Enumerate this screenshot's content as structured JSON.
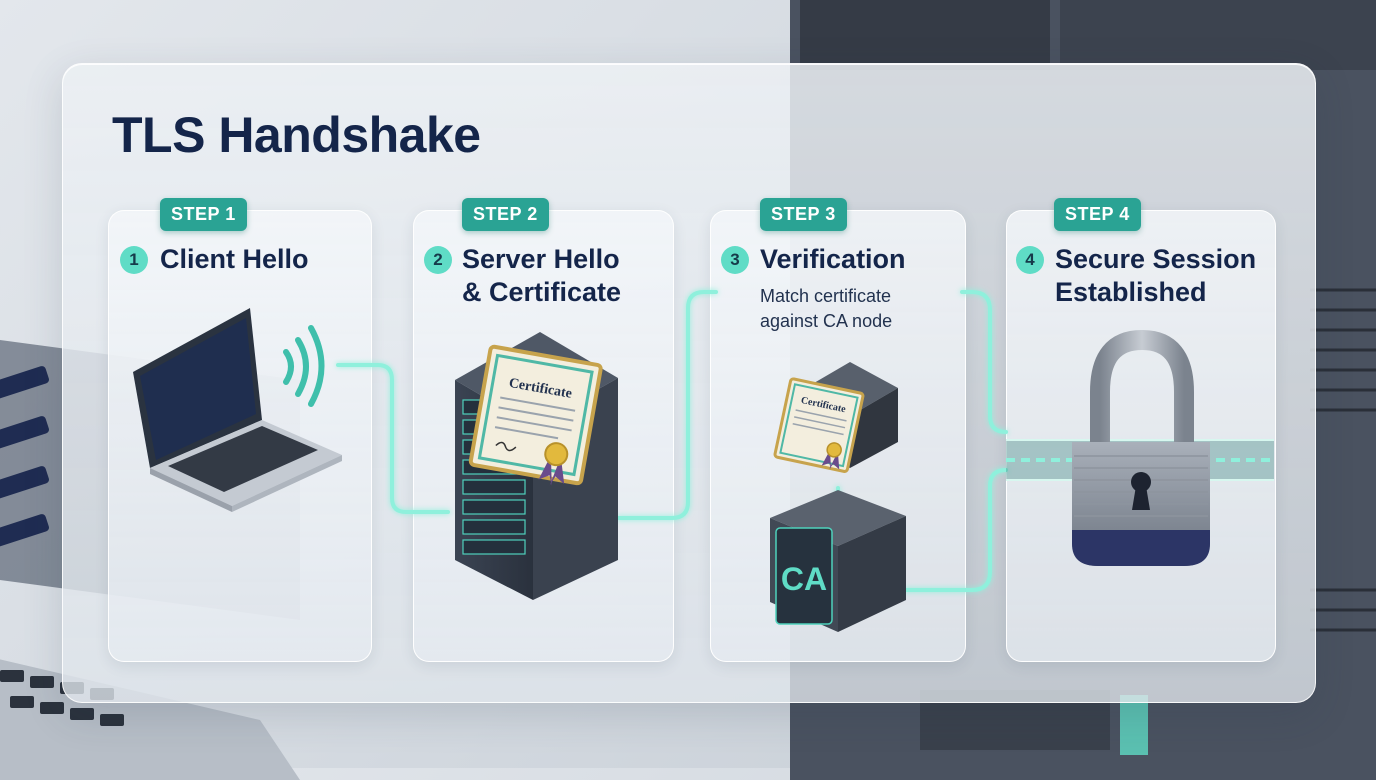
{
  "title": "TLS Handshake",
  "steps": [
    {
      "badge": "STEP 1",
      "number": "1",
      "title_line1": "Client Hello",
      "title_line2": "",
      "description_line1": "",
      "description_line2": "",
      "icon": "laptop-icon"
    },
    {
      "badge": "STEP 2",
      "number": "2",
      "title_line1": "Server Hello",
      "title_line2": "& Certificate",
      "description_line1": "",
      "description_line2": "",
      "icon": "server-icon"
    },
    {
      "badge": "STEP 3",
      "number": "3",
      "title_line1": "Verification",
      "title_line2": "",
      "description_line1": "Match certificate",
      "description_line2": "against CA node",
      "icon": "ca-node-icon"
    },
    {
      "badge": "STEP 4",
      "number": "4",
      "title_line1": "Secure Session",
      "title_line2": "Established",
      "description_line1": "",
      "description_line2": "",
      "icon": "padlock-icon"
    }
  ],
  "labels": {
    "certificate_large": "Certificate",
    "certificate_small": "Certificate",
    "ca": "CA"
  },
  "colors": {
    "accent": "#2aa394",
    "accent_light": "#5fdcc6",
    "title": "#14254a",
    "connector": "#8ff0dc"
  }
}
